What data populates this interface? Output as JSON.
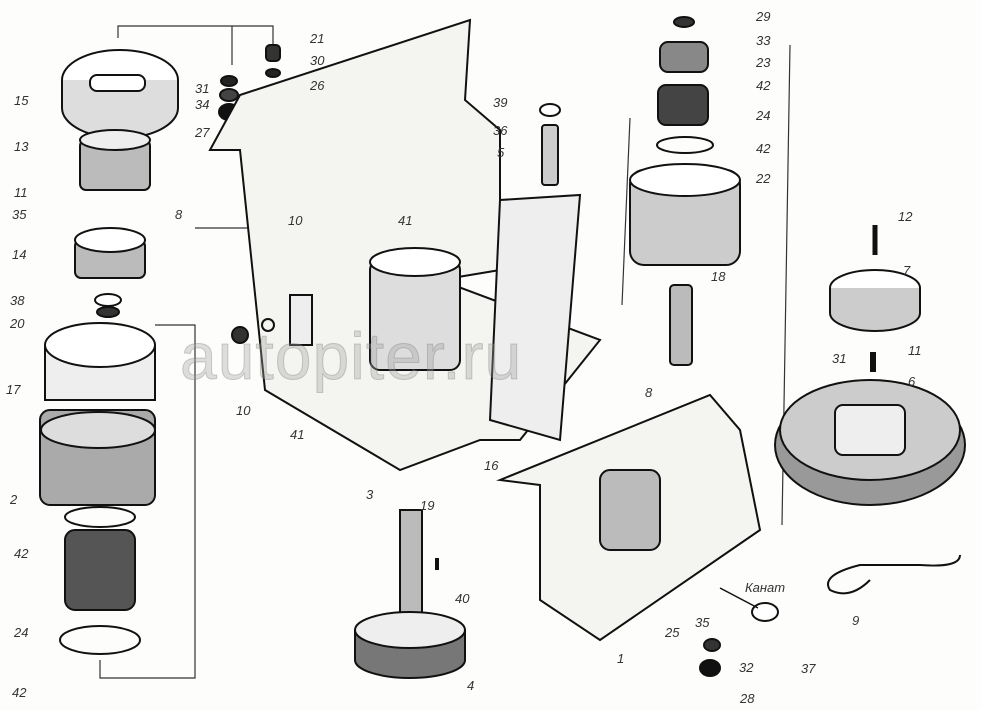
{
  "watermark": "autopiter.ru",
  "callouts": [
    "21",
    "30",
    "26",
    "31",
    "34",
    "27",
    "15",
    "13",
    "11",
    "8",
    "35",
    "14",
    "38",
    "20",
    "17",
    "2",
    "42",
    "24",
    "42",
    "10",
    "41",
    "10",
    "41",
    "3",
    "19",
    "16",
    "40",
    "4",
    "39",
    "36",
    "5",
    "29",
    "33",
    "23",
    "42",
    "24",
    "42",
    "22",
    "18",
    "12",
    "7",
    "31",
    "11",
    "6",
    "8",
    "1",
    "25",
    "35",
    "Канат",
    "37",
    "9",
    "32",
    "28"
  ]
}
